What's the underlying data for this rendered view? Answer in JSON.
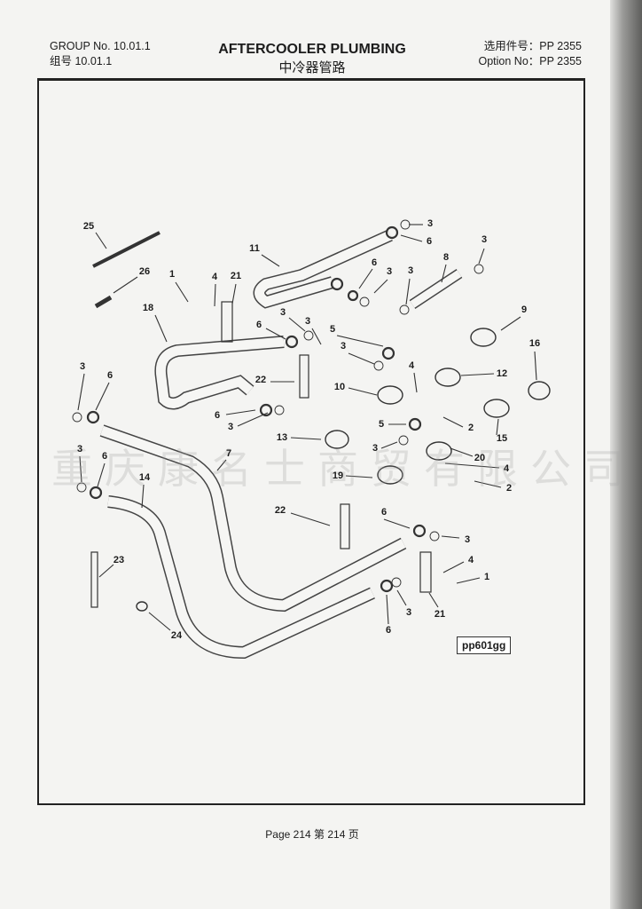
{
  "header": {
    "group_en": "GROUP No. 10.01.1",
    "group_cn": "组号 10.01.1",
    "title_en": "AFTERCOOLER PLUMBING",
    "title_cn": "中冷器管路",
    "option_cn": "选用件号：PP 2355",
    "option_en": "Option No：PP 2355"
  },
  "diagram": {
    "callouts": [
      "25",
      "26",
      "1",
      "4",
      "21",
      "11",
      "3",
      "6",
      "3",
      "8",
      "6",
      "3",
      "3",
      "18",
      "6",
      "3",
      "3",
      "9",
      "5",
      "16",
      "3",
      "3",
      "6",
      "22",
      "4",
      "12",
      "10",
      "2",
      "15",
      "6",
      "3",
      "5",
      "13",
      "3",
      "20",
      "7",
      "3",
      "6",
      "4",
      "14",
      "19",
      "2",
      "22",
      "6",
      "3",
      "4",
      "1",
      "23",
      "21",
      "3",
      "6",
      "24"
    ],
    "reference_code": "pp601gg",
    "watermark": "重庆康名士商贸有限公司"
  },
  "footer": {
    "page": "Page 214  第 214 页"
  }
}
